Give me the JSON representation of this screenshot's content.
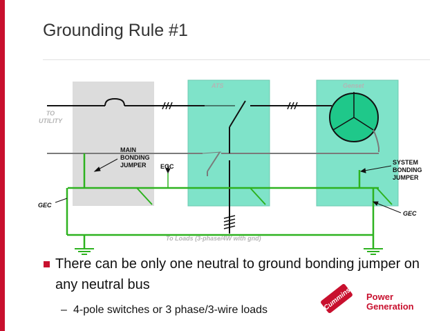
{
  "slide": {
    "title": "Grounding Rule #1"
  },
  "diagram": {
    "panel_labels": {
      "ats": "ATS",
      "genset": "Genset"
    },
    "to_utility": "TO\nUTILITY",
    "main_bonding_jumper": "MAIN\nBONDING\nJUMPER",
    "egc": "EGC",
    "system_bonding_jumper": "SYSTEM\nBONDING\nJUMPER",
    "gec_left": "GEC",
    "gec_right": "GEC",
    "to_loads": "To Loads (3-phase/4W with gnd)",
    "phase_marks": "///"
  },
  "bullets": [
    {
      "text": "There can be only one neutral to ground bonding jumper on any neutral bus",
      "sub": [
        {
          "dash": "–",
          "text": "4-pole switches or 3 phase/3-wire loads"
        }
      ]
    }
  ],
  "logo": {
    "brand": "Cummins",
    "line1": "Power",
    "line2": "Generation"
  },
  "colors": {
    "accent": "#c8102e",
    "panel_grey": "#dcdcdc",
    "panel_teal": "#7fe3c9",
    "ground_green": "#2db21f",
    "neutral_grey": "#7a7a7a",
    "generator_green": "#1fc88a"
  }
}
